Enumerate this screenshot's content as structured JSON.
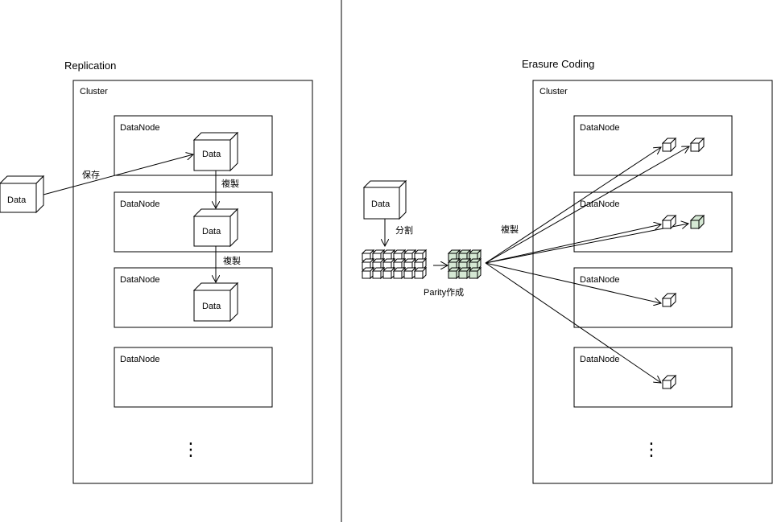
{
  "replication": {
    "title": "Replication",
    "cluster_label": "Cluster",
    "node_label": "DataNode",
    "data_label": "Data",
    "save_label": "保存",
    "copy_label": "複製",
    "ellipsis": "⋮"
  },
  "erasure": {
    "title": "Erasure Coding",
    "cluster_label": "Cluster",
    "node_label": "DataNode",
    "data_label": "Data",
    "split_label": "分割",
    "parity_label": "Parity作成",
    "copy_label": "複製",
    "ellipsis": "⋮"
  },
  "colors": {
    "parity_fill": "#d5e8d4",
    "stroke": "#000000",
    "background": "#ffffff"
  }
}
